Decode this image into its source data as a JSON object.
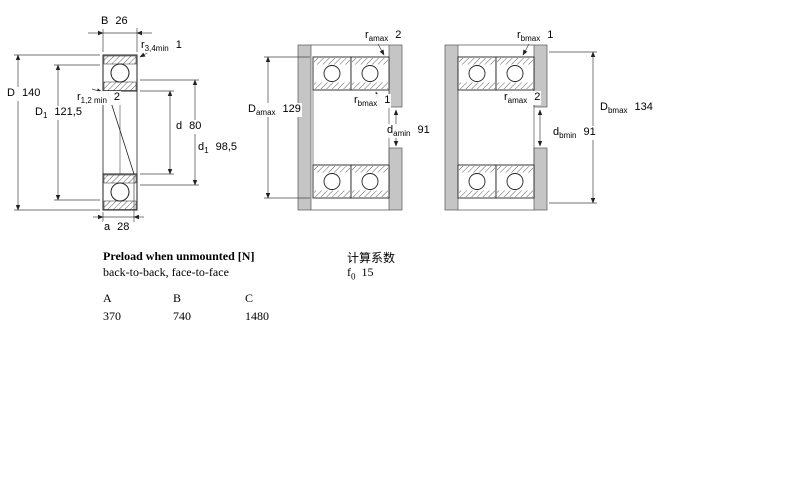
{
  "drawing1": {
    "name": "single bearing cross-section",
    "labels": {
      "B": {
        "pre": "B",
        "sub": "",
        "val": "26"
      },
      "r34": {
        "pre": "r",
        "sub": "3,4min",
        "val": "1"
      },
      "D": {
        "pre": "D",
        "sub": "",
        "val": "140"
      },
      "r12": {
        "pre": "r",
        "sub": "1,2 min",
        "val": "2"
      },
      "D1": {
        "pre": "D",
        "sub": "1",
        "val": "121,5"
      },
      "d": {
        "pre": "d",
        "sub": "",
        "val": "80"
      },
      "d1": {
        "pre": "d",
        "sub": "1",
        "val": "98,5"
      },
      "a": {
        "pre": "a",
        "sub": "",
        "val": "28"
      }
    }
  },
  "drawing2": {
    "name": "bearing pair arrangement back-to-back",
    "labels": {
      "ramax": {
        "pre": "r",
        "sub": "amax",
        "val": "2"
      },
      "Damax": {
        "pre": "D",
        "sub": "amax",
        "val": "129"
      },
      "rbmax": {
        "pre": "r",
        "sub": "bmax",
        "val": "1"
      },
      "damin": {
        "pre": "d",
        "sub": "amin",
        "val": "91"
      }
    }
  },
  "drawing3": {
    "name": "bearing pair arrangement face-to-face",
    "labels": {
      "rbmax": {
        "pre": "r",
        "sub": "bmax",
        "val": "1"
      },
      "ramax": {
        "pre": "r",
        "sub": "amax",
        "val": "2"
      },
      "Dbmax": {
        "pre": "D",
        "sub": "bmax",
        "val": "134"
      },
      "dbmin": {
        "pre": "d",
        "sub": "bmin",
        "val": "91"
      }
    }
  },
  "preload": {
    "title": "Preload when unmounted [N]",
    "subtitle": "back-to-back, face-to-face",
    "table": {
      "columns": [
        "A",
        "B",
        "C"
      ],
      "values": [
        "370",
        "740",
        "1480"
      ]
    }
  },
  "calc": {
    "title": "计算系数",
    "f0": {
      "pre": "f",
      "sub": "0",
      "val": "15"
    }
  },
  "colors": {
    "line": "#222222",
    "dim_line": "#444444",
    "steel_section": "#c5c5c5"
  }
}
